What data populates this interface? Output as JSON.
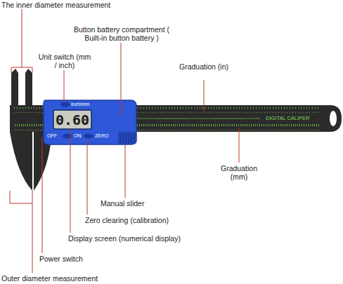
{
  "diagram": {
    "labels": [
      "The inner diameter measurement",
      "Button battery compartment ( Built-in button battery )",
      "Unit switch (mm / inch)",
      "Graduation (in)",
      "inch/mm",
      "0.60",
      "OFF",
      "ON",
      "ZERO",
      "DIGITAL CALIPER",
      "Graduation (mm)",
      "Manual slider",
      "Zero clearing (calibration)",
      "Display screen (numerical display)",
      "Power switch",
      "Outer diameter measurement"
    ]
  }
}
